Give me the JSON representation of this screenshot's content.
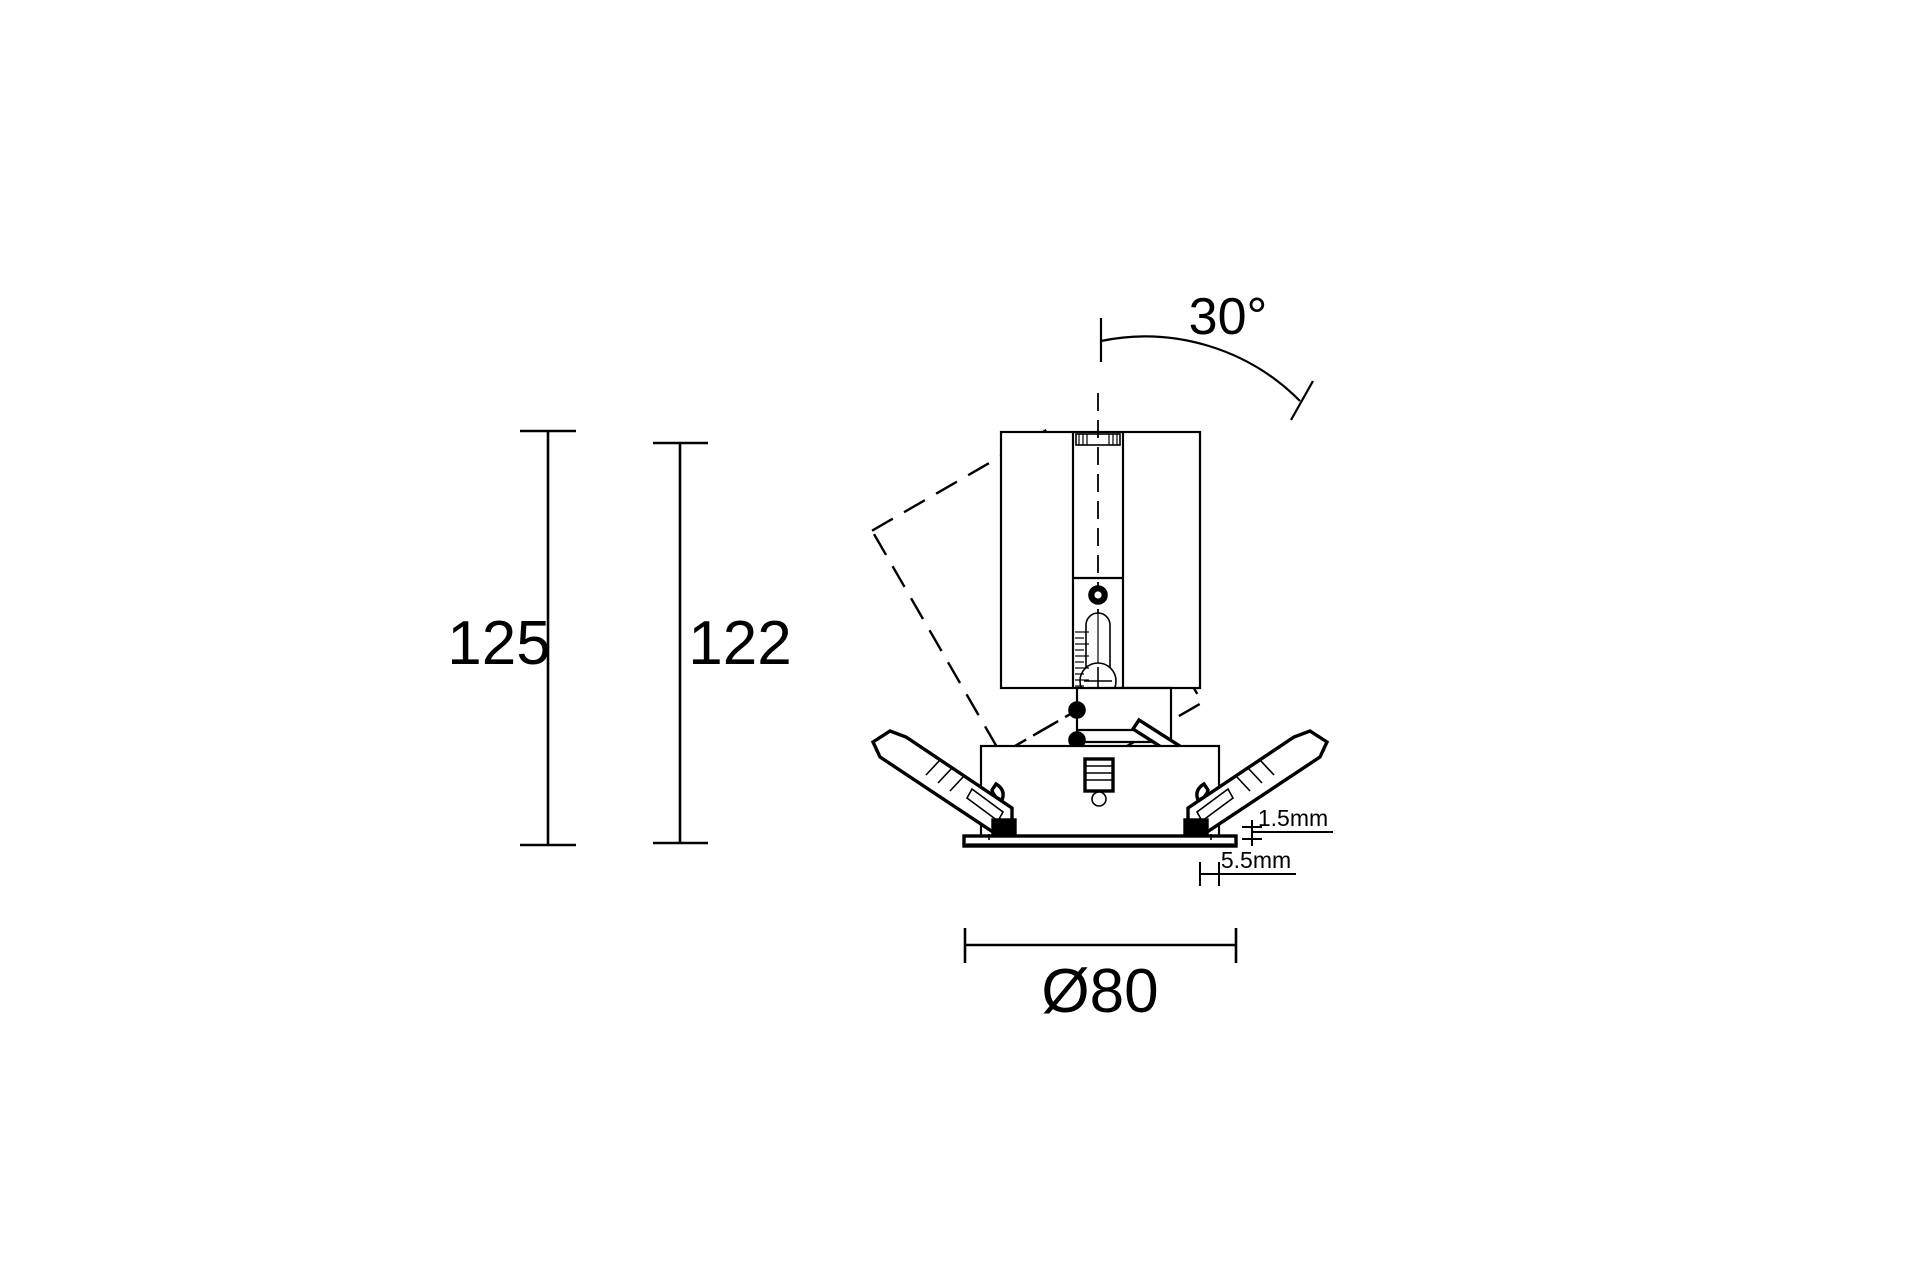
{
  "drawing": {
    "title": "Recessed adjustable downlight dimensional drawing",
    "background_color": "#ffffff",
    "line_color": "#000000",
    "dimensions": {
      "overall_height_outer": "125",
      "overall_height_inner": "122",
      "tilt_angle": "30°",
      "diameter": "Ø80",
      "trim_thickness": "1.5mm",
      "trim_edge_offset": "5.5mm"
    },
    "labels": {
      "height_125": "125",
      "height_122": "122",
      "angle_30": "30°",
      "diameter_80": "Ø80",
      "thickness_1_5": "1.5mm",
      "offset_5_5": "5.5mm"
    },
    "annotations": {
      "units_note": "",
      "view": ""
    }
  }
}
